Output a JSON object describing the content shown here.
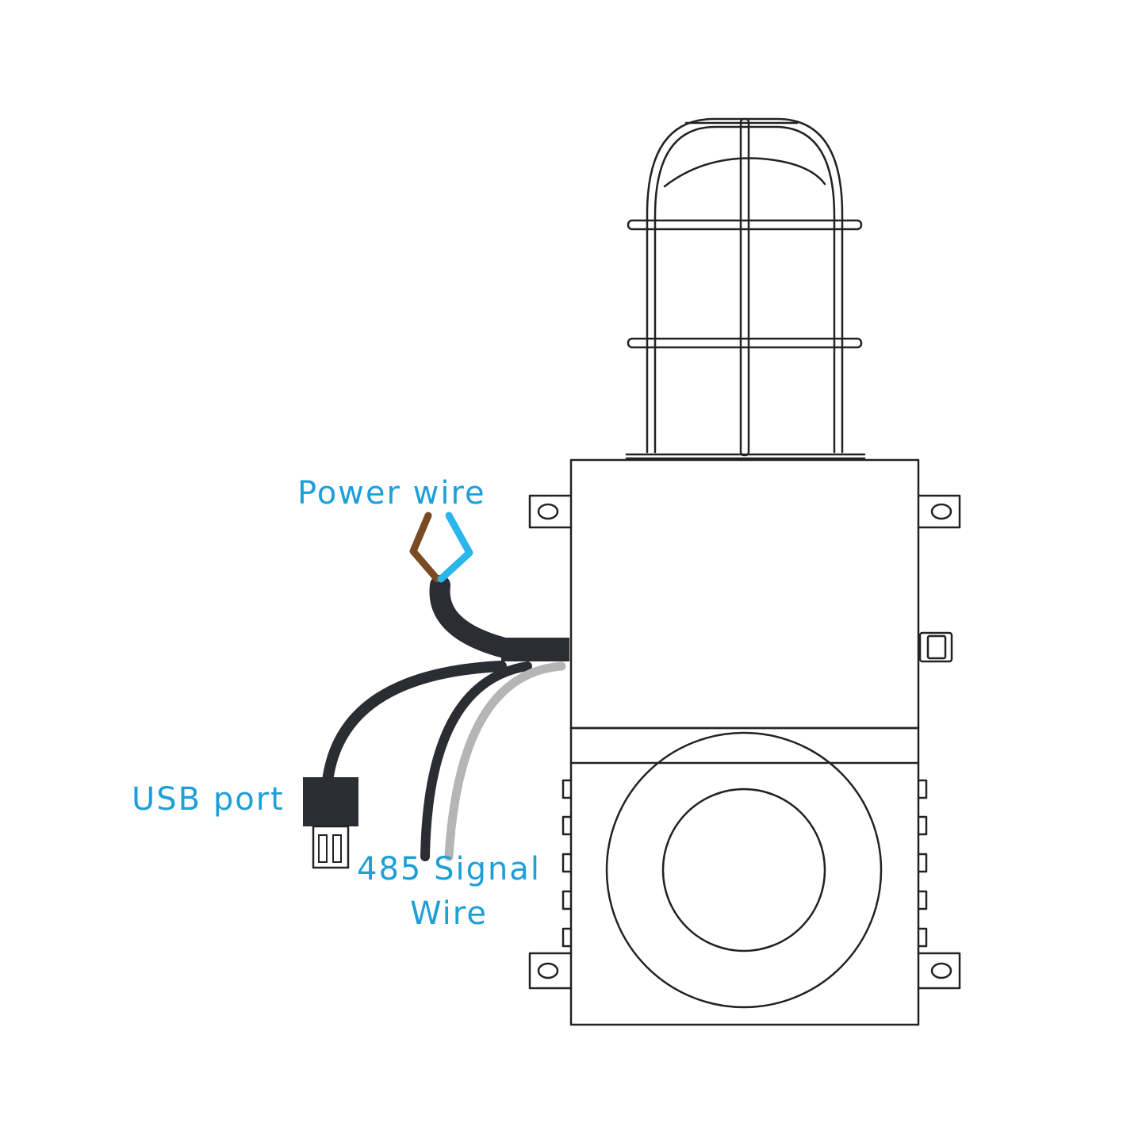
{
  "labels": {
    "power_wire": "Power wire",
    "usb_port": "USB port",
    "signal_wire_line1": "485 Signal",
    "signal_wire_line2": "Wire"
  },
  "colors": {
    "label_text": "#1e9fd8",
    "outline": "#222222",
    "cable_black": "#2b2d33",
    "wire_brown": "#7a4a23",
    "wire_blue": "#29b6ea",
    "wire_grey": "#b5b5b5"
  },
  "icons": [
    "alarm-light-cage-icon",
    "siren-speaker-icon",
    "usb-plug-icon"
  ]
}
